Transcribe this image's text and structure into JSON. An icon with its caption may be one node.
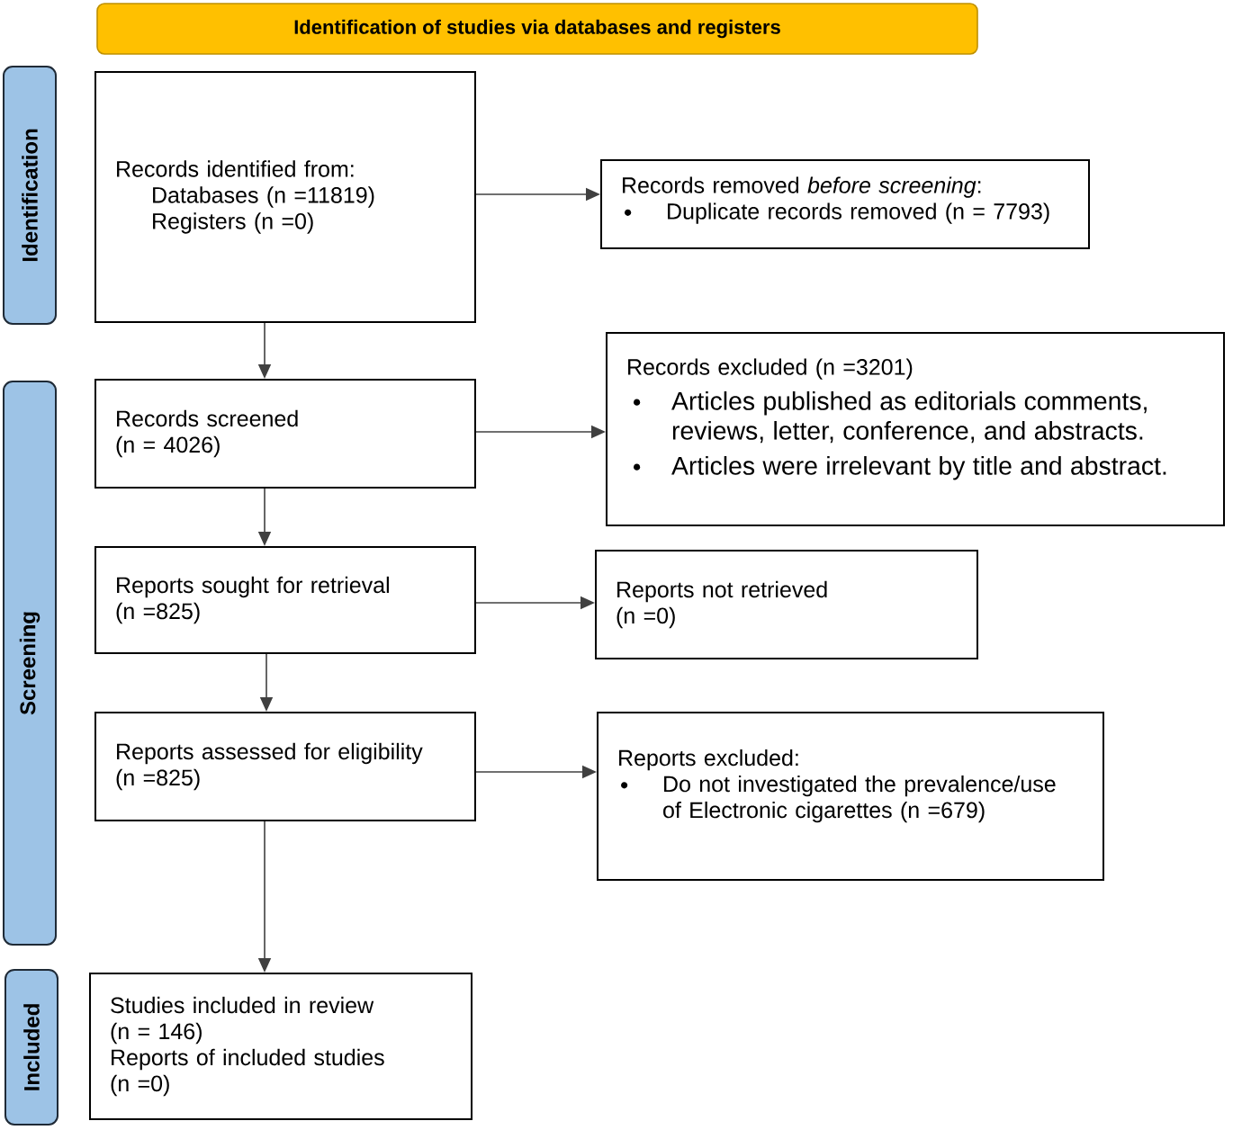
{
  "diagram": {
    "nodes": [
      {
        "text": [
          "Identification of studies via databases and registers"
        ]
      },
      {
        "text": [
          "Identification"
        ]
      },
      {
        "text": [
          "Records identified from:",
          "Databases (n =11819)",
          "Registers (n =0)"
        ]
      },
      {
        "text": [
          "Records removed *before screening*:",
          "Duplicate records removed (n = 7793)"
        ]
      },
      {
        "text": [
          "Screening"
        ]
      },
      {
        "text": [
          "Records screened",
          "(n = 4026)"
        ]
      },
      {
        "text": [
          "Records excluded (n =3201)",
          "Articles published as editorials comments, reviews, letter, conference, and abstracts.",
          "Articles were irrelevant by title and abstract."
        ]
      },
      {
        "text": [
          "Reports sought for retrieval",
          "(n =825)"
        ]
      },
      {
        "text": [
          "Reports not retrieved",
          "(n =0)"
        ]
      },
      {
        "text": [
          "Reports assessed for eligibility",
          "(n =825)"
        ]
      },
      {
        "text": [
          "Reports excluded:",
          "Do not investigated the prevalence/use of Electronic cigarettes (n =679)"
        ]
      },
      {
        "text": [
          "Included"
        ]
      },
      {
        "text": [
          "Studies included in review",
          "(n = 146)",
          "Reports of included studies",
          "(n =0)"
        ]
      }
    ],
    "edges": [
      {
        "from": 2,
        "to": 3,
        "arrow": "to"
      },
      {
        "from": 2,
        "to": 5,
        "arrow": "to"
      },
      {
        "from": 5,
        "to": 6,
        "arrow": "to"
      },
      {
        "from": 5,
        "to": 7,
        "arrow": "to"
      },
      {
        "from": 7,
        "to": 8,
        "arrow": "to"
      },
      {
        "from": 7,
        "to": 9,
        "arrow": "to"
      },
      {
        "from": 9,
        "to": 10,
        "arrow": "to"
      },
      {
        "from": 9,
        "to": 12,
        "arrow": "to"
      }
    ]
  }
}
